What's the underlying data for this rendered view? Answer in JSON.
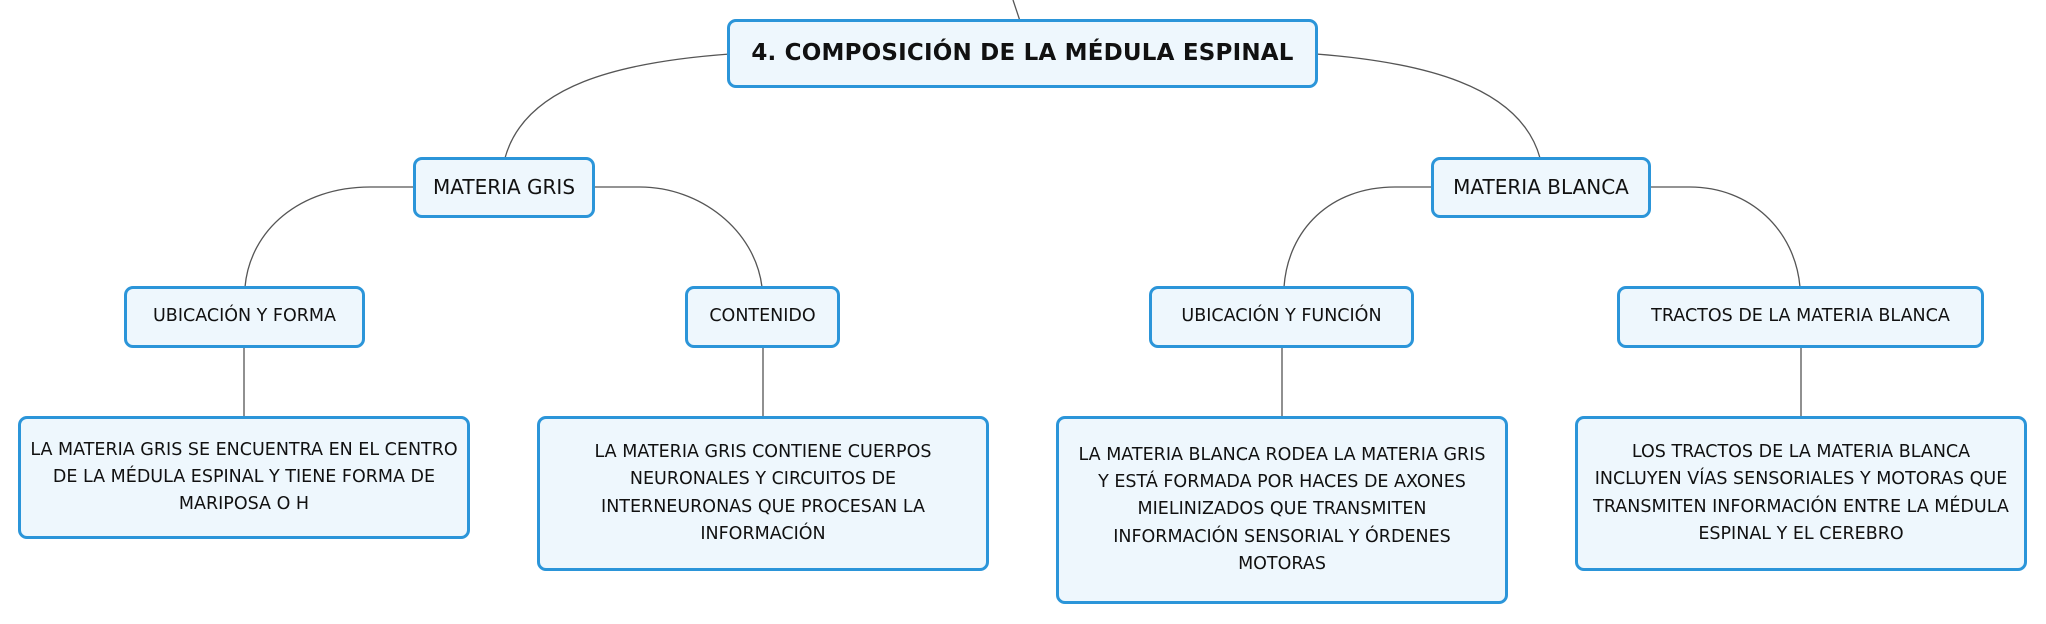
{
  "diagram": {
    "root": {
      "label": "4. COMPOSICIÓN DE LA MÉDULA ESPINAL"
    },
    "branches": [
      {
        "label": "MATERIA GRIS",
        "children": [
          {
            "label": "UBICACIÓN Y FORMA",
            "detail": "LA MATERIA GRIS SE ENCUENTRA EN EL CENTRO DE LA MÉDULA ESPINAL Y TIENE FORMA DE MARIPOSA O H"
          },
          {
            "label": "CONTENIDO",
            "detail": "LA MATERIA GRIS CONTIENE CUERPOS NEURONALES Y CIRCUITOS DE INTERNEURONAS QUE PROCESAN LA INFORMACIÓN"
          }
        ]
      },
      {
        "label": "MATERIA BLANCA",
        "children": [
          {
            "label": "UBICACIÓN Y FUNCIÓN",
            "detail": "LA MATERIA BLANCA RODEA LA MATERIA GRIS Y ESTÁ FORMADA POR HACES DE AXONES MIELINIZADOS QUE TRANSMITEN INFORMACIÓN SENSORIAL Y ÓRDENES MOTORAS"
          },
          {
            "label": "TRACTOS DE LA MATERIA BLANCA",
            "detail": "LOS TRACTOS DE LA MATERIA BLANCA INCLUYEN VÍAS SENSORIALES Y MOTORAS QUE TRANSMITEN INFORMACIÓN ENTRE LA MÉDULA ESPINAL Y EL CEREBRO"
          }
        ]
      }
    ]
  },
  "colors": {
    "node_border": "#2b95d9",
    "node_fill": "#eef7fd",
    "connector": "#555555",
    "text": "#111111"
  }
}
